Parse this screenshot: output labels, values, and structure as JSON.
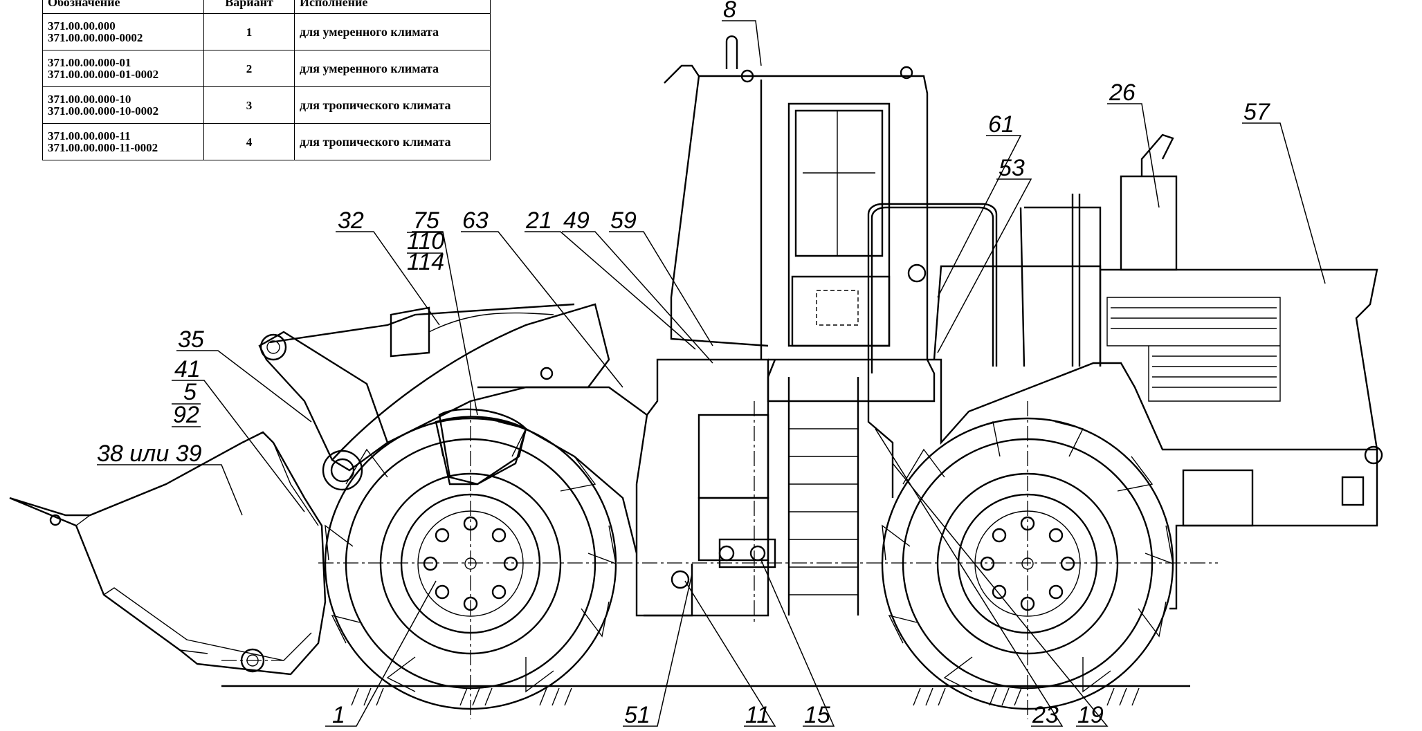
{
  "table": {
    "headers": [
      "Обозначение",
      "Вариант",
      "Исполнение"
    ],
    "rows": [
      {
        "designation_1": "371.00.00.000",
        "designation_2": "371.00.00.000-0002",
        "variant": "1",
        "version": "для умеренного климата"
      },
      {
        "designation_1": "371.00.00.000-01",
        "designation_2": "371.00.00.000-01-0002",
        "variant": "2",
        "version": "для умеренного климата"
      },
      {
        "designation_1": "371.00.00.000-10",
        "designation_2": "371.00.00.000-10-0002",
        "variant": "3",
        "version": "для тропического климата"
      },
      {
        "designation_1": "371.00.00.000-11",
        "designation_2": "371.00.00.000-11-0002",
        "variant": "4",
        "version": "для тропического климата"
      }
    ]
  },
  "callouts": {
    "c8": "8",
    "c26": "26",
    "c57": "57",
    "c61": "61",
    "c53": "53",
    "c32": "32",
    "c75": "75",
    "c110": "110",
    "c114": "114",
    "c63": "63",
    "c21": "21",
    "c49": "49",
    "c59": "59",
    "c35": "35",
    "c41": "41",
    "c5": "5",
    "c92": "92",
    "c38": "38 или 39",
    "c1": "1",
    "c51": "51",
    "c11": "11",
    "c15": "15",
    "c23": "23",
    "c19": "19"
  }
}
